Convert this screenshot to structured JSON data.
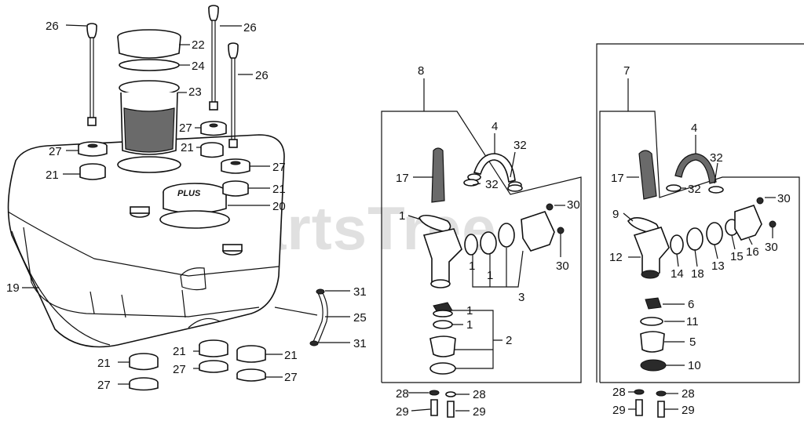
{
  "watermark": "PartsTree",
  "tank_emblem": "PLUS",
  "labels": {
    "l26a": "26",
    "l26b": "26",
    "l26c": "26",
    "l22": "22",
    "l24": "24",
    "l23": "23",
    "l27a": "27",
    "l27b": "27",
    "l27c": "27",
    "l27d": "27",
    "l27e": "27",
    "l21a": "21",
    "l21b": "21",
    "l21c": "21",
    "l21d": "21",
    "l21e": "21",
    "l21f": "21",
    "l20": "20",
    "l19": "19",
    "l31a": "31",
    "l31b": "31",
    "l25": "25",
    "l8": "8",
    "l7": "7",
    "l4a": "4",
    "l4b": "4",
    "l32a": "32",
    "l32b": "32",
    "l32c": "32",
    "l32d": "32",
    "l17a": "17",
    "l17b": "17",
    "l30a": "30",
    "l30b": "30",
    "l30c": "30",
    "l30d": "30",
    "l1a": "1",
    "l1b": "1",
    "l1c": "1",
    "l1d": "1",
    "l1e": "1",
    "l3": "3",
    "l2": "2",
    "l9": "9",
    "l12": "12",
    "l14": "14",
    "l18": "18",
    "l13": "13",
    "l15": "15",
    "l16": "16",
    "l6": "6",
    "l11": "11",
    "l5": "5",
    "l10": "10",
    "l28a": "28",
    "l28b": "28",
    "l28c": "28",
    "l28d": "28",
    "l29a": "29",
    "l29b": "29",
    "l29c": "29",
    "l29d": "29"
  }
}
